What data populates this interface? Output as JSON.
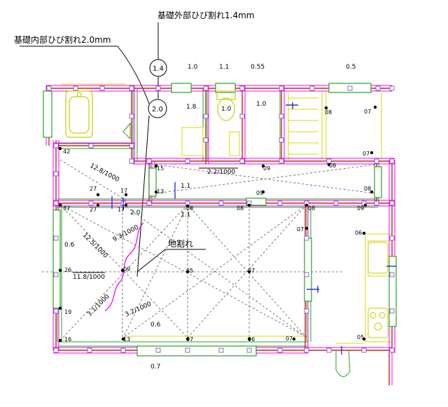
{
  "annotations": {
    "outer_crack": "基礎外部ひび割れ1.4mm",
    "inner_crack": "基礎内部ひび割れ2.0mm",
    "ground_crack": "地割れ",
    "circle_outer": "1.4",
    "circle_inner": "2.0"
  },
  "crack_widths": {
    "top_1": "1.0",
    "top_2": "1.1",
    "top_3": "0.55",
    "top_4": "0.5",
    "room_a": "1.8",
    "room_b": "1.0",
    "room_c": "1.0",
    "mid_1": "1.1",
    "mid_2": "1.1",
    "mid_3": "2.0",
    "left_1": "0.6",
    "bottom_1": "0.6",
    "bottom_2": "0.7"
  },
  "slopes": {
    "s1": "12.8/1000",
    "s2": "2.2/1000",
    "s3": "9.3/1000",
    "s4": "12.5/1000",
    "s5": "11.8/1000",
    "s6": "3.1/1000",
    "s7": "3.2/1000"
  },
  "levels": {
    "l42": "42",
    "l15": "15",
    "l09a": "09",
    "l08a": "08",
    "l07a": "07",
    "l07b": "07",
    "l13": "13",
    "l09b": "09",
    "l27a": "27",
    "l17a": "17",
    "l08b": "08",
    "l37": "37",
    "l27b": "27",
    "l17b": "17",
    "l08c": "08",
    "l08d": "08",
    "l08e": "08",
    "l09c": "09",
    "l07c": "07",
    "l06a": "06",
    "l26": "26",
    "l09d": "09",
    "l05a": "05",
    "l07d": "07",
    "l19": "19",
    "l16": "16",
    "l13b": "13",
    "l07e": "07",
    "l06b": "06",
    "l07f": "07",
    "l05b": "05"
  }
}
